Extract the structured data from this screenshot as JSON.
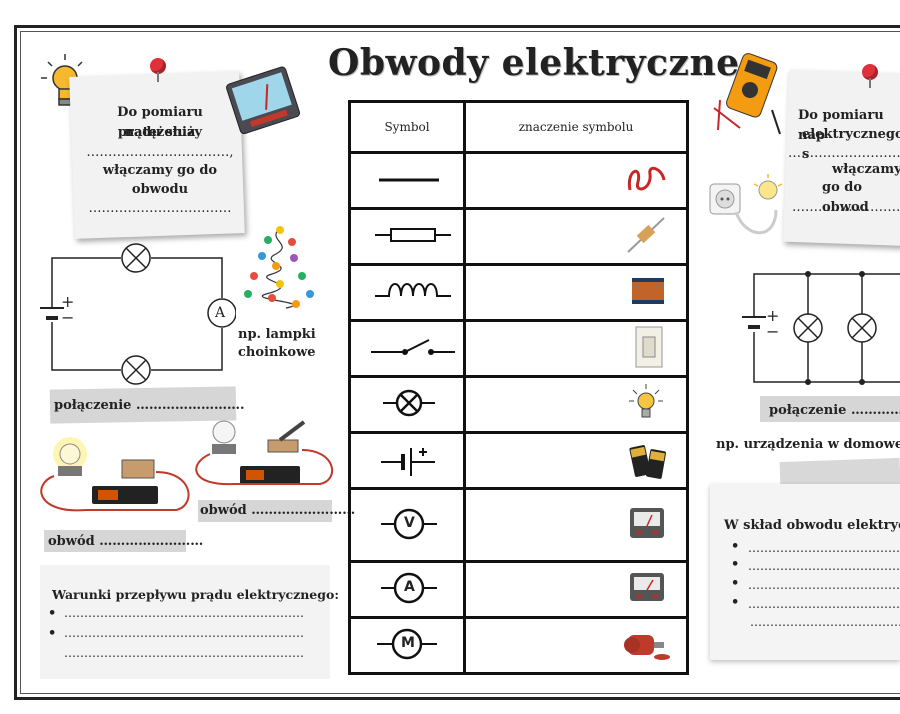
{
  "title": "Obwody elektryczne",
  "table": {
    "headers": [
      "Symbol",
      "znaczenie symbolu"
    ],
    "rows": [
      {
        "symbol": "wire",
        "picture": "red-cable-icon"
      },
      {
        "symbol": "resistor",
        "picture": "resistor-icon"
      },
      {
        "symbol": "coil",
        "picture": "coil-icon"
      },
      {
        "symbol": "switch",
        "picture": "light-switch-icon"
      },
      {
        "symbol": "lamp",
        "picture": "bulb-icon"
      },
      {
        "symbol": "battery",
        "picture": "batteries-icon"
      },
      {
        "symbol": "voltmeter",
        "letter": "V",
        "picture": "voltmeter-icon"
      },
      {
        "symbol": "ammeter",
        "letter": "A",
        "picture": "ammeter-icon"
      },
      {
        "symbol": "motor",
        "letter": "M",
        "picture": "motor-icon"
      }
    ]
  },
  "left": {
    "note_line1": "Do pomiaru natężenia",
    "note_line2": "prądu służy",
    "note_dots1": "……………………………,",
    "note_line3": "włączamy go do",
    "note_line4": "obwodu",
    "note_dots2": "……………………………",
    "circuit_meter": "A",
    "lights_label1": "np. lampki",
    "lights_label2": "choinkowe",
    "connection_label": "połączenie …………………….",
    "circuit1_label": "obwód ……………………",
    "circuit2_label": "obwód ……………………",
    "conditions_title": "Warunki przepływu prądu elektrycznego:",
    "bullet1": "……………………………………………………",
    "bullet2": "……………………………………………………",
    "bullet3": "……………………………………………………"
  },
  "right": {
    "note_line1": "Do pomiaru nap",
    "note_line2": "elektrycznego s",
    "note_dots1": "……………………………",
    "note_line3": "włączamy",
    "note_line4": "go do obwod",
    "note_dots2": "……………………………",
    "connection_label": "połączenie …………….",
    "devices_label": "np. urządzenia w domowej sie",
    "composition_title": "W skład obwodu elektryczne",
    "bullet1": "……………………………………",
    "bullet2": "……………………………………",
    "bullet3": "……………………………………",
    "bullet4": "……………………………………",
    "bullet5": "……………………………………"
  },
  "bullet_char": "•",
  "plus": "+",
  "minus": "−"
}
